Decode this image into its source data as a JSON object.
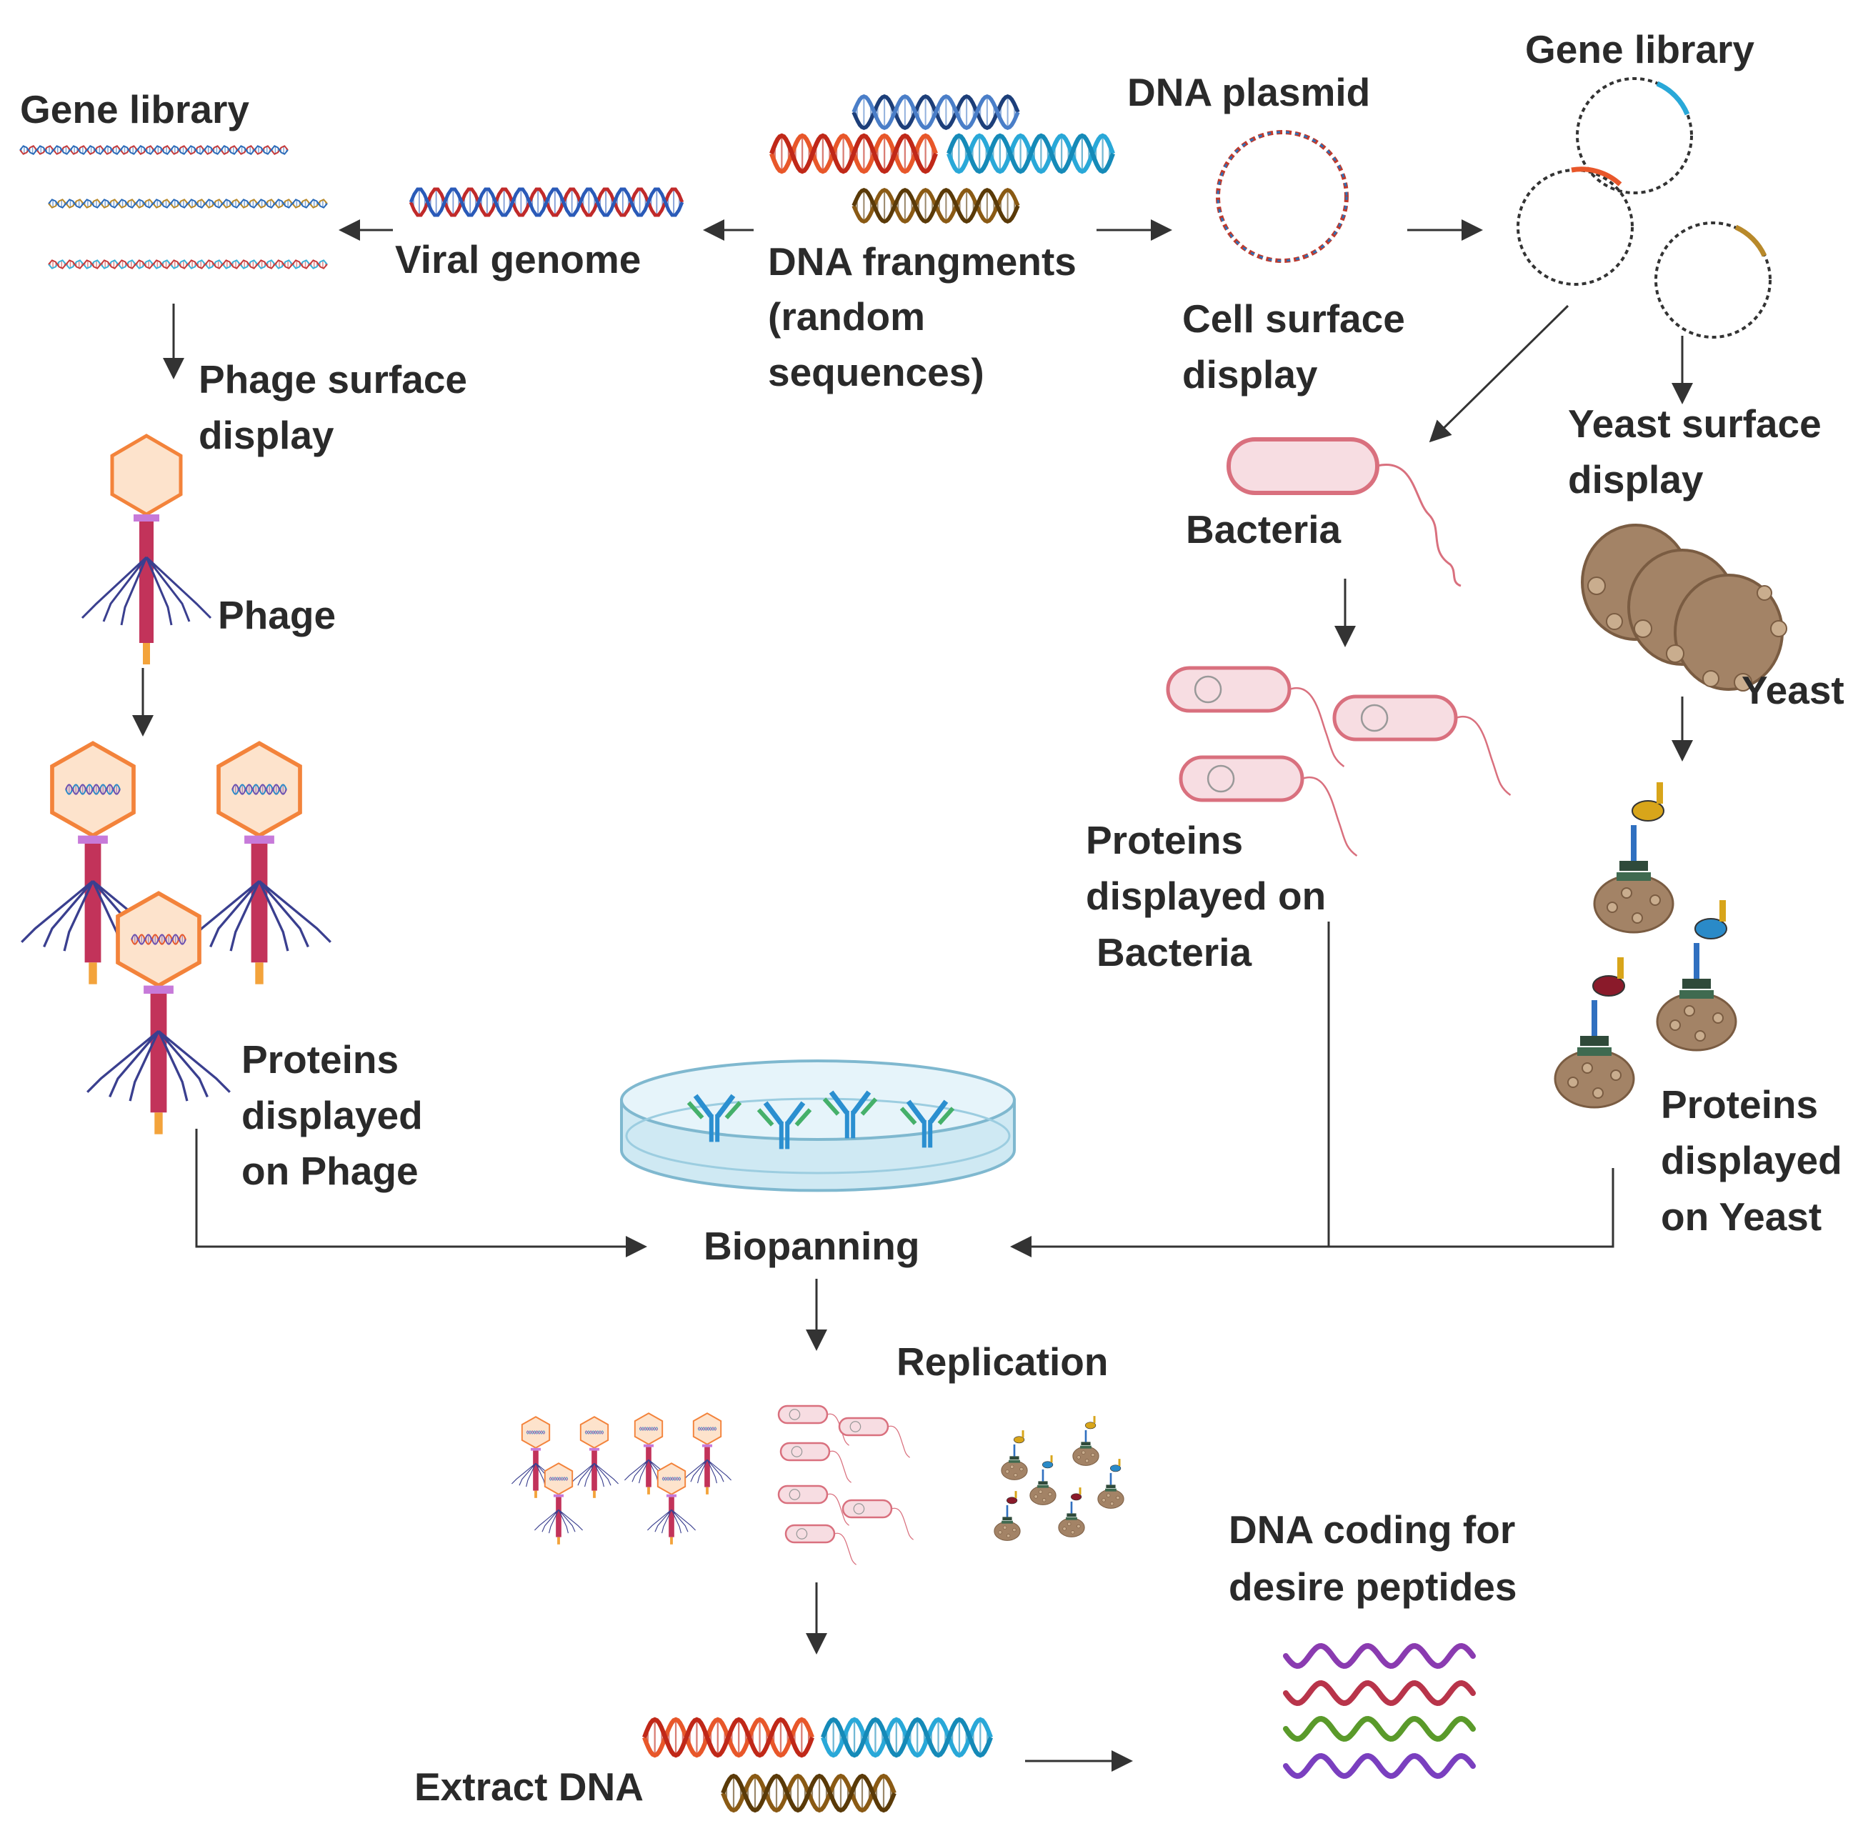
{
  "labels": {
    "dna_fragments": [
      "DNA frangments",
      "(random",
      "sequences)"
    ],
    "viral_genome": "Viral genome",
    "gene_library_left": "Gene library",
    "phage_surface_display": [
      "Phage surface",
      "display"
    ],
    "phage": "Phage",
    "proteins_on_phage": [
      "Proteins",
      "displayed",
      "on Phage"
    ],
    "dna_plasmid": "DNA plasmid",
    "cell_surface_display": [
      "Cell surface",
      "display"
    ],
    "gene_library_right": "Gene library",
    "yeast_surface_display": [
      "Yeast surface",
      "display"
    ],
    "bacteria": "Bacteria",
    "proteins_on_bacteria": [
      "Proteins",
      "displayed on",
      "Bacteria"
    ],
    "yeast": "Yeast",
    "proteins_on_yeast": [
      "Proteins",
      "displayed",
      "on Yeast"
    ],
    "biopanning": "Biopanning",
    "replication": "Replication",
    "extract_dna": "Extract DNA",
    "dna_coding": [
      "DNA coding for",
      "desire peptides"
    ]
  },
  "colors": {
    "text": "#2a2a2a",
    "arrow": "#333333",
    "dna_orange": "#e8572a",
    "dna_blue": "#29a8d8",
    "dna_brown": "#8a5a14",
    "dna_navy": "#1d3f7a",
    "phage_head": "#f3833b",
    "phage_head_fill": "#fde3cc",
    "phage_tail": "#c2335a",
    "phage_legs": "#3a3f8f",
    "bacteria_outline": "#d9707e",
    "bacteria_fill": "#f7dde2",
    "yeast_fill": "#a38366",
    "yeast_dark": "#7a5c42",
    "dish_fill": "#cfe9f3",
    "dish_outline": "#7fb8cf",
    "antibody_blue": "#2b8fd0",
    "antibody_green": "#45b06a",
    "peptide_purple": "#8a3bb0",
    "peptide_red": "#b8344a",
    "peptide_green": "#5a9a2a",
    "peptide_violet": "#7a3fbf"
  },
  "icons": [
    "dna-helix-icon",
    "plasmid-icon",
    "phage-icon",
    "bacteria-icon",
    "yeast-icon",
    "petri-dish-icon",
    "antibody-icon",
    "peptide-icon"
  ]
}
